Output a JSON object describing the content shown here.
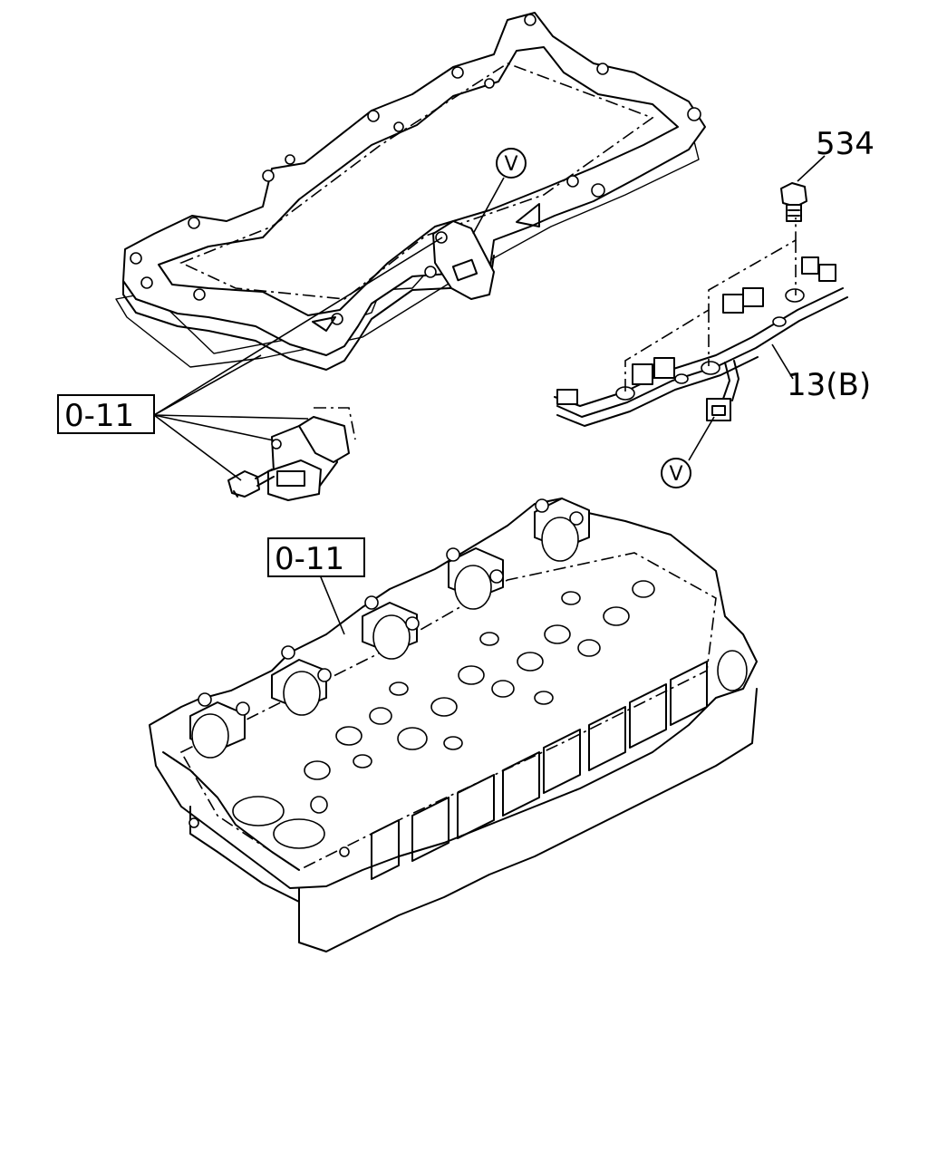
{
  "diagram": {
    "callouts": {
      "part_534": "534",
      "harness": "13(B)",
      "ref_top": "0-11",
      "ref_head": "0-11",
      "view_top": "V",
      "view_harness": "V"
    }
  }
}
